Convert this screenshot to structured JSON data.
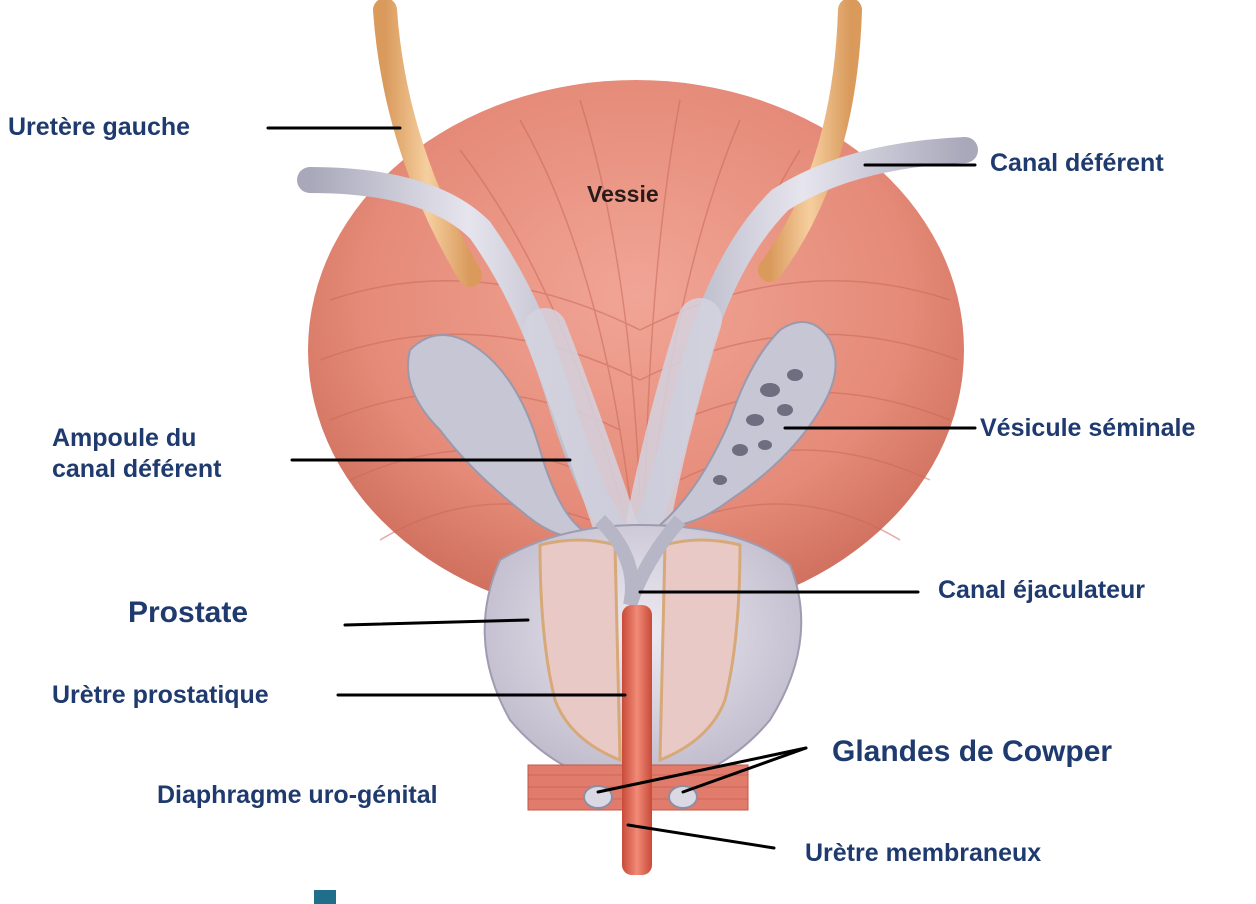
{
  "figure": {
    "labels": {
      "ureter_left": "Uretère gauche",
      "vas_deferens": "Canal déférent",
      "bladder": "Vessie",
      "ampulla": "Ampoule du\ncanal déférent",
      "seminal_vesicle": "Vésicule séminale",
      "ejaculatory_duct": "Canal éjaculateur",
      "prostate": "Prostate",
      "prostatic_urethra": "Urètre prostatique",
      "cowper_glands": "Glandes de Cowper",
      "urogenital_diaphragm": "Diaphragme uro-génital",
      "membranous_urethra": "Urètre membraneux"
    },
    "colors": {
      "label_text": "#1f3a6e",
      "bladder": "#e58a78",
      "muscle_fiber": "#c96a5a",
      "duct": "#c9c8d6",
      "ureter": "#e8b27a",
      "urethra": "#e0604d",
      "leader_line": "#000000",
      "marker": "#1f6f8b"
    }
  }
}
